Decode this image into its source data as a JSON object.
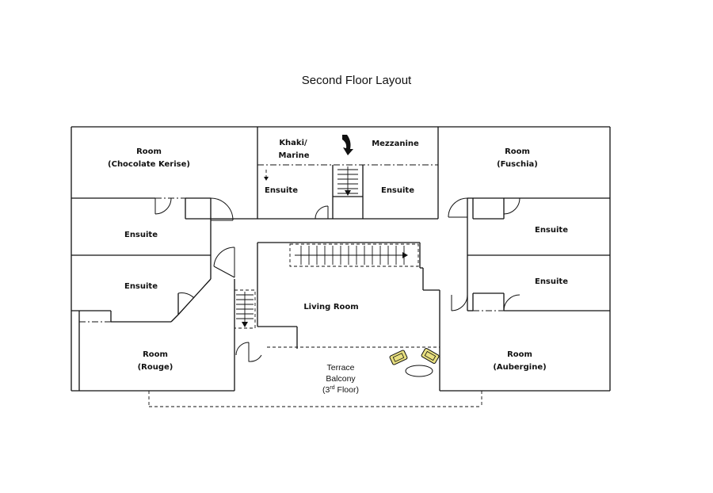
{
  "title": "Second Floor Layout",
  "rooms": {
    "chocolate": {
      "line1": "Room",
      "line2": "(Chocolate Kerise)"
    },
    "khaki": {
      "line1": "Khaki/",
      "line2": "Marine"
    },
    "mezzanine": {
      "line1": "Mezzanine"
    },
    "fuschia": {
      "line1": "Room",
      "line2": "(Fuschia)"
    },
    "ensuite_khaki": {
      "line1": "Ensuite"
    },
    "ensuite_mezz": {
      "line1": "Ensuite"
    },
    "ensuite_left_top": {
      "line1": "Ensuite"
    },
    "ensuite_left_bottom": {
      "line1": "Ensuite"
    },
    "ensuite_right_top": {
      "line1": "Ensuite"
    },
    "ensuite_right_bottom": {
      "line1": "Ensuite"
    },
    "living": {
      "line1": "Living Room"
    },
    "rouge": {
      "line1": "Room",
      "line2": "(Rouge)"
    },
    "aubergine": {
      "line1": "Room",
      "line2": "(Aubergine)"
    },
    "terrace": {
      "line1": "Terrace",
      "line2": "Balcony",
      "line3_prefix": "(3",
      "line3_sup": "rd",
      "line3_suffix": " Floor)"
    }
  },
  "colors": {
    "wall": "#111111",
    "chair": "#e8e080",
    "background": "#ffffff"
  }
}
